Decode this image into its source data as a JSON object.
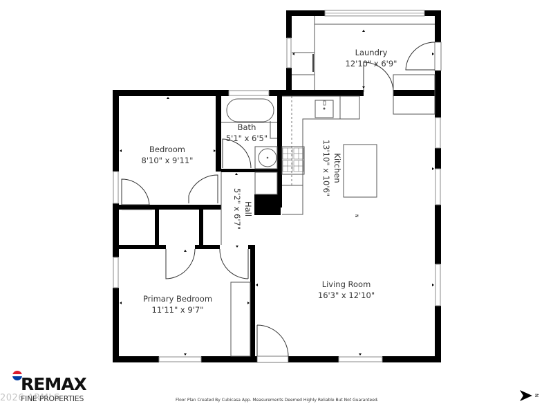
{
  "rooms": {
    "laundry": {
      "name": "Laundry",
      "dims": "12'10\" x 6'9\""
    },
    "bedroom": {
      "name": "Bedroom",
      "dims": "8'10\" x 9'11\""
    },
    "bath": {
      "name": "Bath",
      "dims": "5'1\" x 6'5\""
    },
    "kitchen": {
      "name": "Kitchen",
      "dims": "13'10\" x 10'6\""
    },
    "hall": {
      "name": "Hall",
      "dims": "5'2\" x 6'7\""
    },
    "primary_bedroom": {
      "name": "Primary Bedroom",
      "dims": "11'11\" x 9'7\""
    },
    "living_room": {
      "name": "Living Room",
      "dims": "16'3\" x 12'10\""
    }
  },
  "branding": {
    "brand": "RE/MAX",
    "brand_display": "REMAX",
    "tagline": "FINE PROPERTIES",
    "watermark": "2026 ARMLS",
    "balloon_colors": {
      "red": "#dc1c2e",
      "white": "#ffffff",
      "blue": "#003da5"
    }
  },
  "footer": {
    "disclaimer": "Floor Plan Created By Cubicasa App. Measurements Deemed Highly Reliable But Not Guaranteed."
  },
  "compass": {
    "label": "N"
  }
}
